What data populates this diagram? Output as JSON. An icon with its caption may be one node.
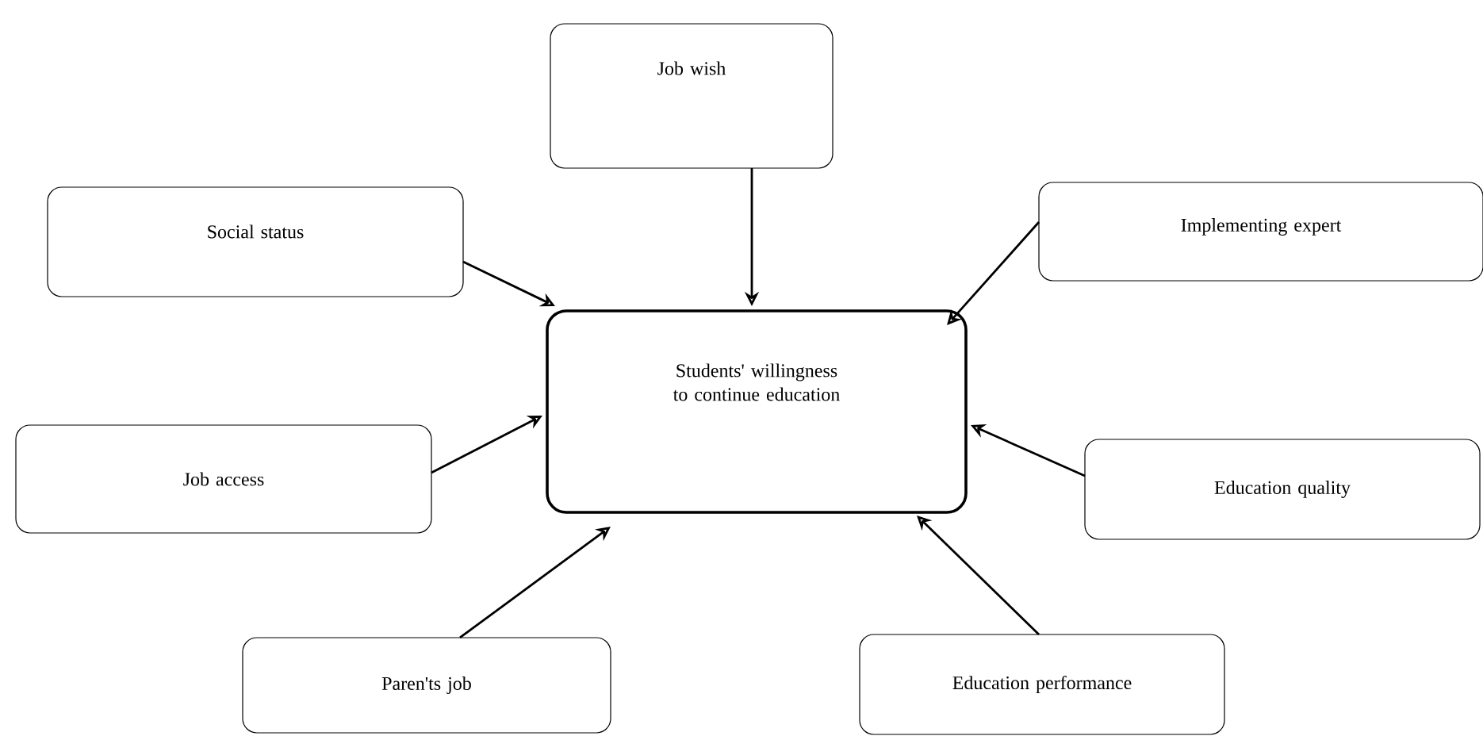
{
  "diagram": {
    "nodes": [
      {
        "text": [
          "Job wish"
        ]
      },
      {
        "text": [
          "Social status"
        ]
      },
      {
        "text": [
          "Implementing expert"
        ]
      },
      {
        "text": [
          "Students' willingness to continue education"
        ]
      },
      {
        "text": [
          "Job access"
        ]
      },
      {
        "text": [
          "Education quality"
        ]
      },
      {
        "text": [
          "Paren'ts job"
        ]
      },
      {
        "text": [
          "Education performance"
        ]
      }
    ],
    "edges": [
      {
        "from": 0,
        "to": 3,
        "arrow": "to"
      },
      {
        "from": 1,
        "to": 3,
        "arrow": "to"
      },
      {
        "from": 2,
        "to": 3,
        "arrow": "to"
      },
      {
        "from": 4,
        "to": 3,
        "arrow": "to"
      },
      {
        "from": 5,
        "to": 3,
        "arrow": "to"
      },
      {
        "from": 6,
        "to": 3,
        "arrow": "to"
      },
      {
        "from": 7,
        "to": 3,
        "arrow": "to"
      }
    ]
  }
}
